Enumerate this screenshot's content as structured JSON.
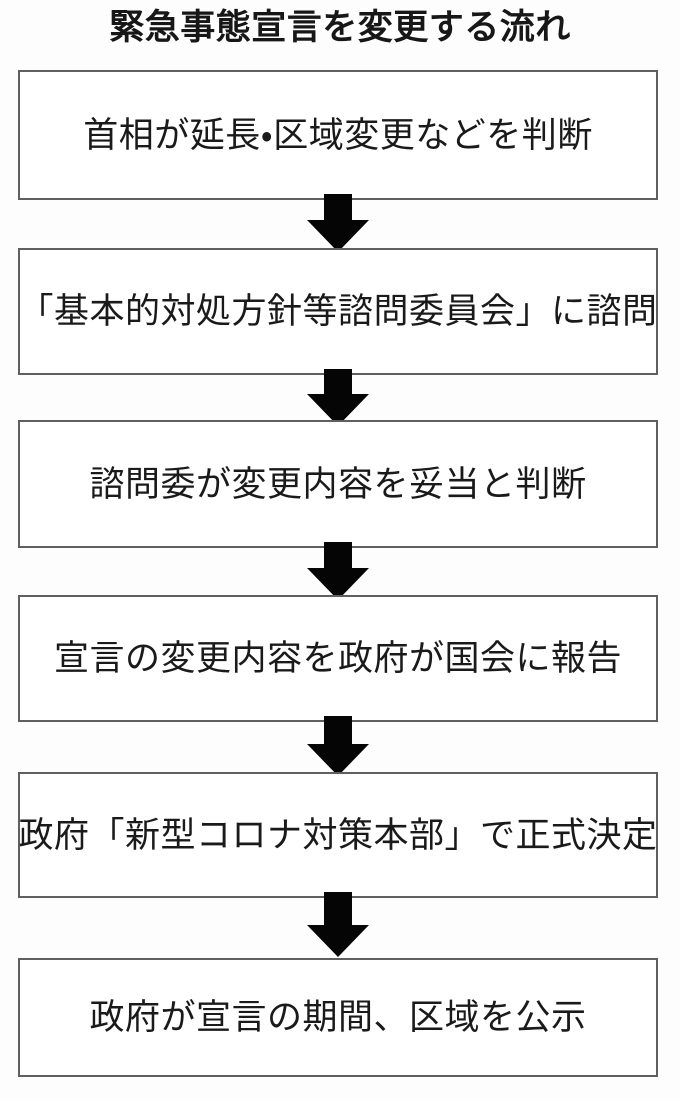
{
  "title": "緊急事態宣言を変更する流れ",
  "colors": {
    "background": "#fdfdfd",
    "box_fill": "#ffffff",
    "box_border": "#5f5f5f",
    "text": "#1a1a1a",
    "title_text": "#171717",
    "arrow": "#050505"
  },
  "flow": {
    "steps": [
      {
        "index": 1,
        "label": "首相が延長・区域変更などを判断"
      },
      {
        "index": 2,
        "label": "「基本的対処方針等諮問委員会」に諮問"
      },
      {
        "index": 3,
        "label": "諮問委が変更内容を妥当と判断"
      },
      {
        "index": 4,
        "label": "宣言の変更内容を政府が国会に報告"
      },
      {
        "index": 5,
        "label": "政府「新型コロナ対策本部」で正式決定"
      },
      {
        "index": 6,
        "label": "政府が宣言の期間、区域を公示"
      }
    ],
    "connectors": [
      {
        "index": 1,
        "icon": "arrow-down-icon",
        "from": 1,
        "to": 2
      },
      {
        "index": 2,
        "icon": "arrow-down-icon",
        "from": 2,
        "to": 3
      },
      {
        "index": 3,
        "icon": "arrow-down-icon",
        "from": 3,
        "to": 4
      },
      {
        "index": 4,
        "icon": "arrow-down-icon",
        "from": 4,
        "to": 5
      },
      {
        "index": 5,
        "icon": "arrow-down-icon",
        "from": 5,
        "to": 6
      }
    ]
  }
}
